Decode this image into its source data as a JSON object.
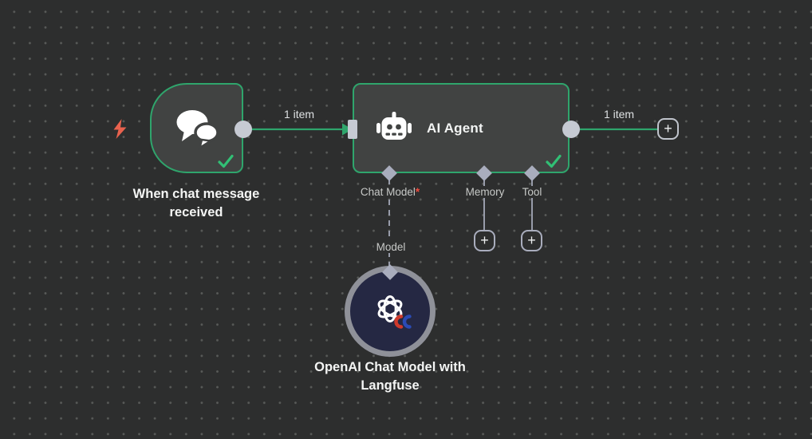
{
  "ui": {
    "plus": "+"
  },
  "colors": {
    "canvas_bg": "#2d2e2e",
    "node_bg": "#414342",
    "accent_green": "#2fa56c",
    "check_green": "#31c075",
    "port_gray": "#c6cad3",
    "diamond_gray": "#a9adbd",
    "trigger_bolt_red": "#e9624e",
    "required_red": "#ef4a3e",
    "openai_node_bg": "#252843",
    "openai_ring": "#8f9199",
    "badge_red": "#cf3a2c",
    "badge_blue": "#2b4bb5"
  },
  "connections": {
    "main_in": {
      "label": "1 item"
    },
    "main_out": {
      "label": "1 item"
    }
  },
  "nodes": {
    "trigger": {
      "title": "When chat message received"
    },
    "agent": {
      "title": "AI Agent",
      "ports": [
        {
          "label": "Chat Model",
          "required": "*"
        },
        {
          "label": "Memory"
        },
        {
          "label": "Tool"
        }
      ]
    },
    "model": {
      "title": "OpenAI Chat Model with Langfuse",
      "input_label": "Model"
    }
  }
}
